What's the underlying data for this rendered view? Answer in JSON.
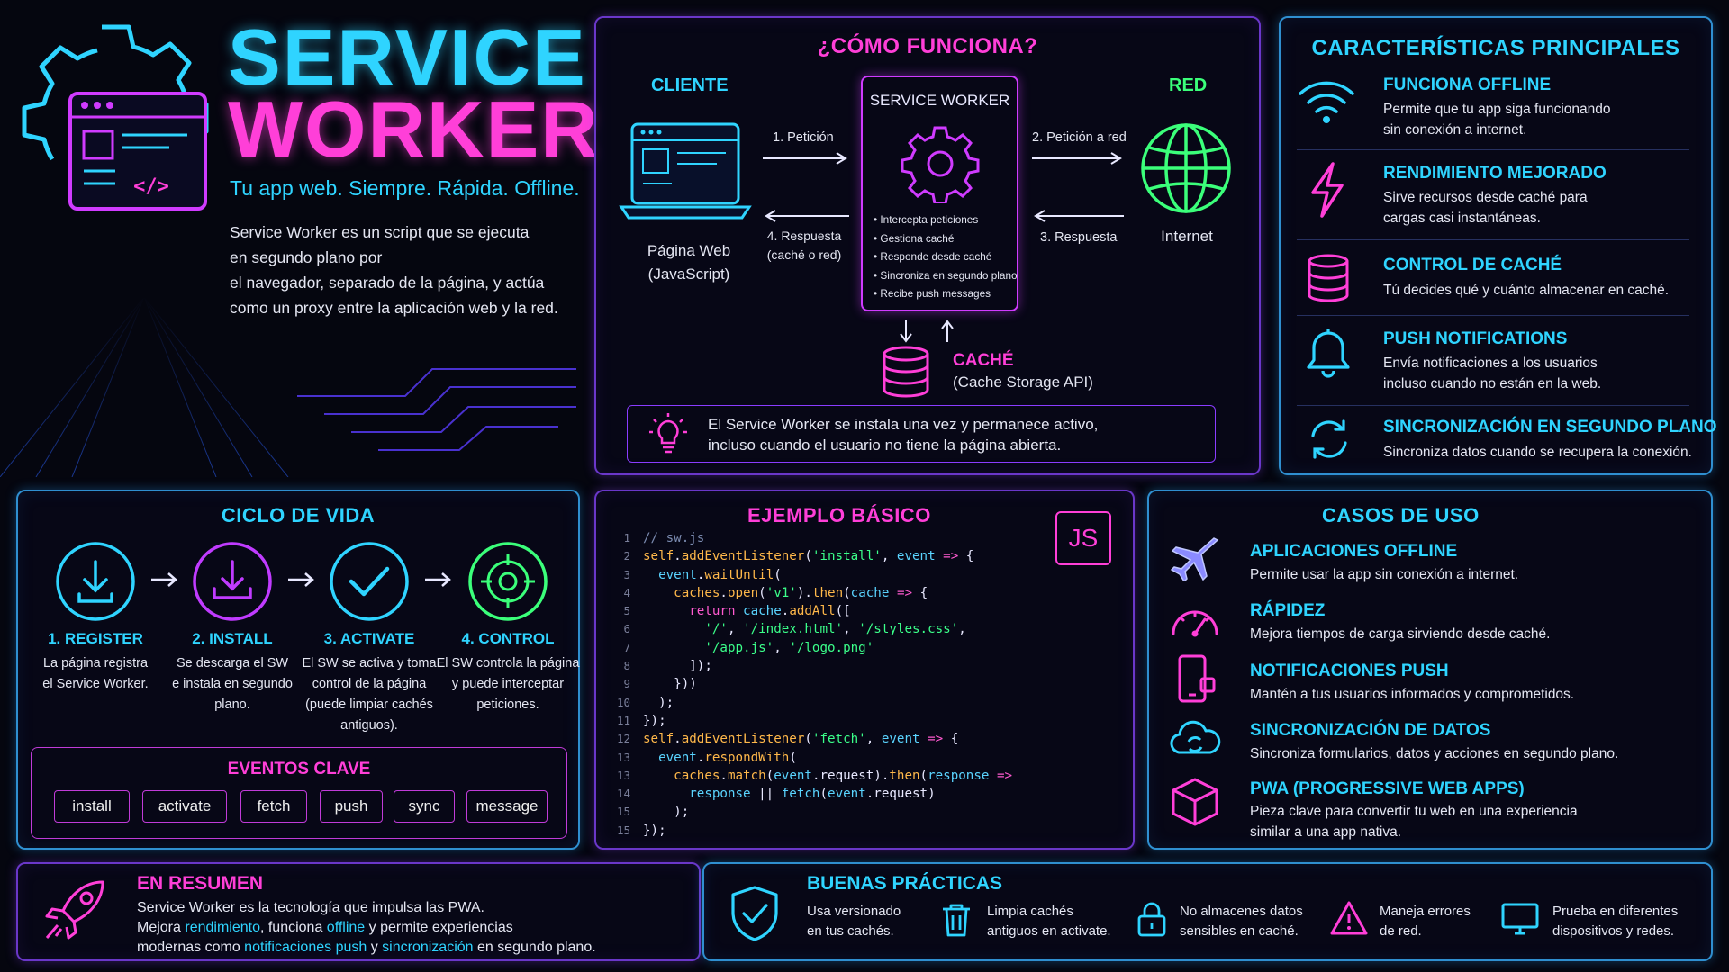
{
  "hero": {
    "title_line1": "SERVICE",
    "title_line2": "WORKER",
    "tagline": "Tu app web. Siempre. Rápida. Offline.",
    "description_lines": [
      "Service Worker es un script que se ejecuta",
      "en segundo plano por",
      "el navegador, separado de la página, y actúa",
      "como un proxy entre la aplicación web y la red."
    ]
  },
  "how": {
    "title": "¿CÓMO FUNCIONA?",
    "client_label": "CLIENTE",
    "client_caption_1": "Página Web",
    "client_caption_2": "(JavaScript)",
    "sw_label": "SERVICE WORKER",
    "sw_points": [
      "• Intercepta peticiones",
      "• Gestiona caché",
      "• Responde desde caché",
      "• Sincroniza en segundo plano",
      "• Recibe push messages"
    ],
    "red_label": "RED",
    "internet_caption": "Internet",
    "arrow_1": "1. Petición",
    "arrow_2": "2. Petición a red",
    "arrow_3": "3. Respuesta",
    "arrow_4_1": "4. Respuesta",
    "arrow_4_2": "(caché o red)",
    "cache_label": "CACHÉ",
    "cache_sub": "(Cache Storage API)",
    "note_1": "El Service Worker se instala una vez y permanece activo,",
    "note_2": "incluso cuando el usuario no tiene la página abierta."
  },
  "features": {
    "title": "CARACTERÍSTICAS PRINCIPALES",
    "items": [
      {
        "title": "FUNCIONA OFFLINE",
        "line1": "Permite que tu app siga funcionando",
        "line2": "sin conexión a internet.",
        "icon": "wifi-icon"
      },
      {
        "title": "RENDIMIENTO MEJORADO",
        "line1": "Sirve recursos desde caché para",
        "line2": "cargas casi instantáneas.",
        "icon": "lightning-icon"
      },
      {
        "title": "CONTROL DE CACHÉ",
        "line1": "Tú decides qué y cuánto almacenar en caché.",
        "line2": "",
        "icon": "database-icon"
      },
      {
        "title": "PUSH NOTIFICATIONS",
        "line1": "Envía notificaciones a los usuarios",
        "line2": "incluso cuando no están en la web.",
        "icon": "bell-icon"
      },
      {
        "title": "SINCRONIZACIÓN EN SEGUNDO PLANO",
        "line1": "Sincroniza datos cuando se recupera la conexión.",
        "line2": "",
        "icon": "sync-icon"
      }
    ]
  },
  "lifecycle": {
    "title": "CICLO DE VIDA",
    "steps": [
      {
        "title": "1. REGISTER",
        "lines": [
          "La página registra",
          "el Service Worker."
        ]
      },
      {
        "title": "2. INSTALL",
        "lines": [
          "Se descarga el SW",
          "e instala en segundo",
          "plano."
        ]
      },
      {
        "title": "3. ACTIVATE",
        "lines": [
          "El SW se activa y toma",
          "control de la página",
          "(puede limpiar cachés",
          "antiguos)."
        ]
      },
      {
        "title": "4. CONTROL",
        "lines": [
          "El SW controla la página",
          "y puede interceptar",
          "peticiones."
        ]
      }
    ],
    "events_title": "EVENTOS CLAVE",
    "events": [
      "install",
      "activate",
      "fetch",
      "push",
      "sync",
      "message"
    ]
  },
  "example": {
    "title": "EJEMPLO BÁSICO",
    "badge": "JS",
    "line_numbers": [
      "1",
      "2",
      "3",
      "4",
      "5",
      "6",
      "7",
      "8",
      "9",
      "10",
      "11",
      "12",
      "13",
      "13",
      "14",
      "15",
      "15"
    ],
    "code_lines": [
      "// sw.js",
      "self.addEventListener('install', event => {",
      "  event.waitUntil(",
      "    caches.open('v1').then(cache => {",
      "      return cache.addAll([",
      "        '/', '/index.html', '/styles.css',",
      "        '/app.js', '/logo.png'",
      "      ]);",
      "    }))",
      "  );",
      "});",
      "self.addEventListener('fetch', event => {",
      "  event.respondWith(",
      "    caches.match(event.request).then(response =>",
      "      response || fetch(event.request)",
      "    );",
      "});"
    ]
  },
  "usecases": {
    "title": "CASOS DE USO",
    "items": [
      {
        "title": "APLICACIONES OFFLINE",
        "line1": "Permite usar la app sin conexión a internet.",
        "line2": "",
        "icon": "airplane-icon"
      },
      {
        "title": "RÁPIDEZ",
        "line1": "Mejora tiempos de carga sirviendo desde caché.",
        "line2": "",
        "icon": "speedometer-icon"
      },
      {
        "title": "NOTIFICACIONES PUSH",
        "line1": "Mantén a tus usuarios informados y comprometidos.",
        "line2": "",
        "icon": "phone-icon"
      },
      {
        "title": "SINCRONIZACIÓN DE DATOS",
        "line1": "Sincroniza formularios, datos y acciones en segundo plano.",
        "line2": "",
        "icon": "cloud-sync-icon"
      },
      {
        "title": "PWA (PROGRESSIVE WEB APPS)",
        "line1": "Pieza clave para convertir tu web en una experiencia",
        "line2": "similar a una app nativa.",
        "icon": "box-icon"
      }
    ]
  },
  "summary": {
    "title": "EN RESUMEN",
    "line1": "Service Worker es la tecnología que impulsa las PWA.",
    "l2_a": "Mejora ",
    "l2_b": "rendimiento",
    "l2_c": ", funciona ",
    "l2_d": "offline",
    "l2_e": " y permite experiencias",
    "l3_a": "modernas como ",
    "l3_b": "notificaciones push",
    "l3_c": " y ",
    "l3_d": "sincronización",
    "l3_e": " en segundo plano."
  },
  "practices": {
    "title": "BUENAS PRÁCTICAS",
    "items": [
      {
        "line1": "Usa versionado",
        "line2": "en tus cachés.",
        "icon": "shield-check-icon"
      },
      {
        "line1": "Limpia cachés",
        "line2": "antiguos en activate.",
        "icon": "trash-icon"
      },
      {
        "line1": "No almacenes datos",
        "line2": "sensibles en caché.",
        "icon": "lock-icon"
      },
      {
        "line1": "Maneja errores",
        "line2": "de red.",
        "icon": "warning-icon"
      },
      {
        "line1": "Prueba en diferentes",
        "line2": "dispositivos y redes.",
        "icon": "monitor-icon"
      }
    ]
  },
  "colors": {
    "cyan": "#2fd4ff",
    "pink": "#ff3fd8",
    "green": "#3bff7a",
    "purple": "#8a3cff",
    "background": "#05060f"
  }
}
